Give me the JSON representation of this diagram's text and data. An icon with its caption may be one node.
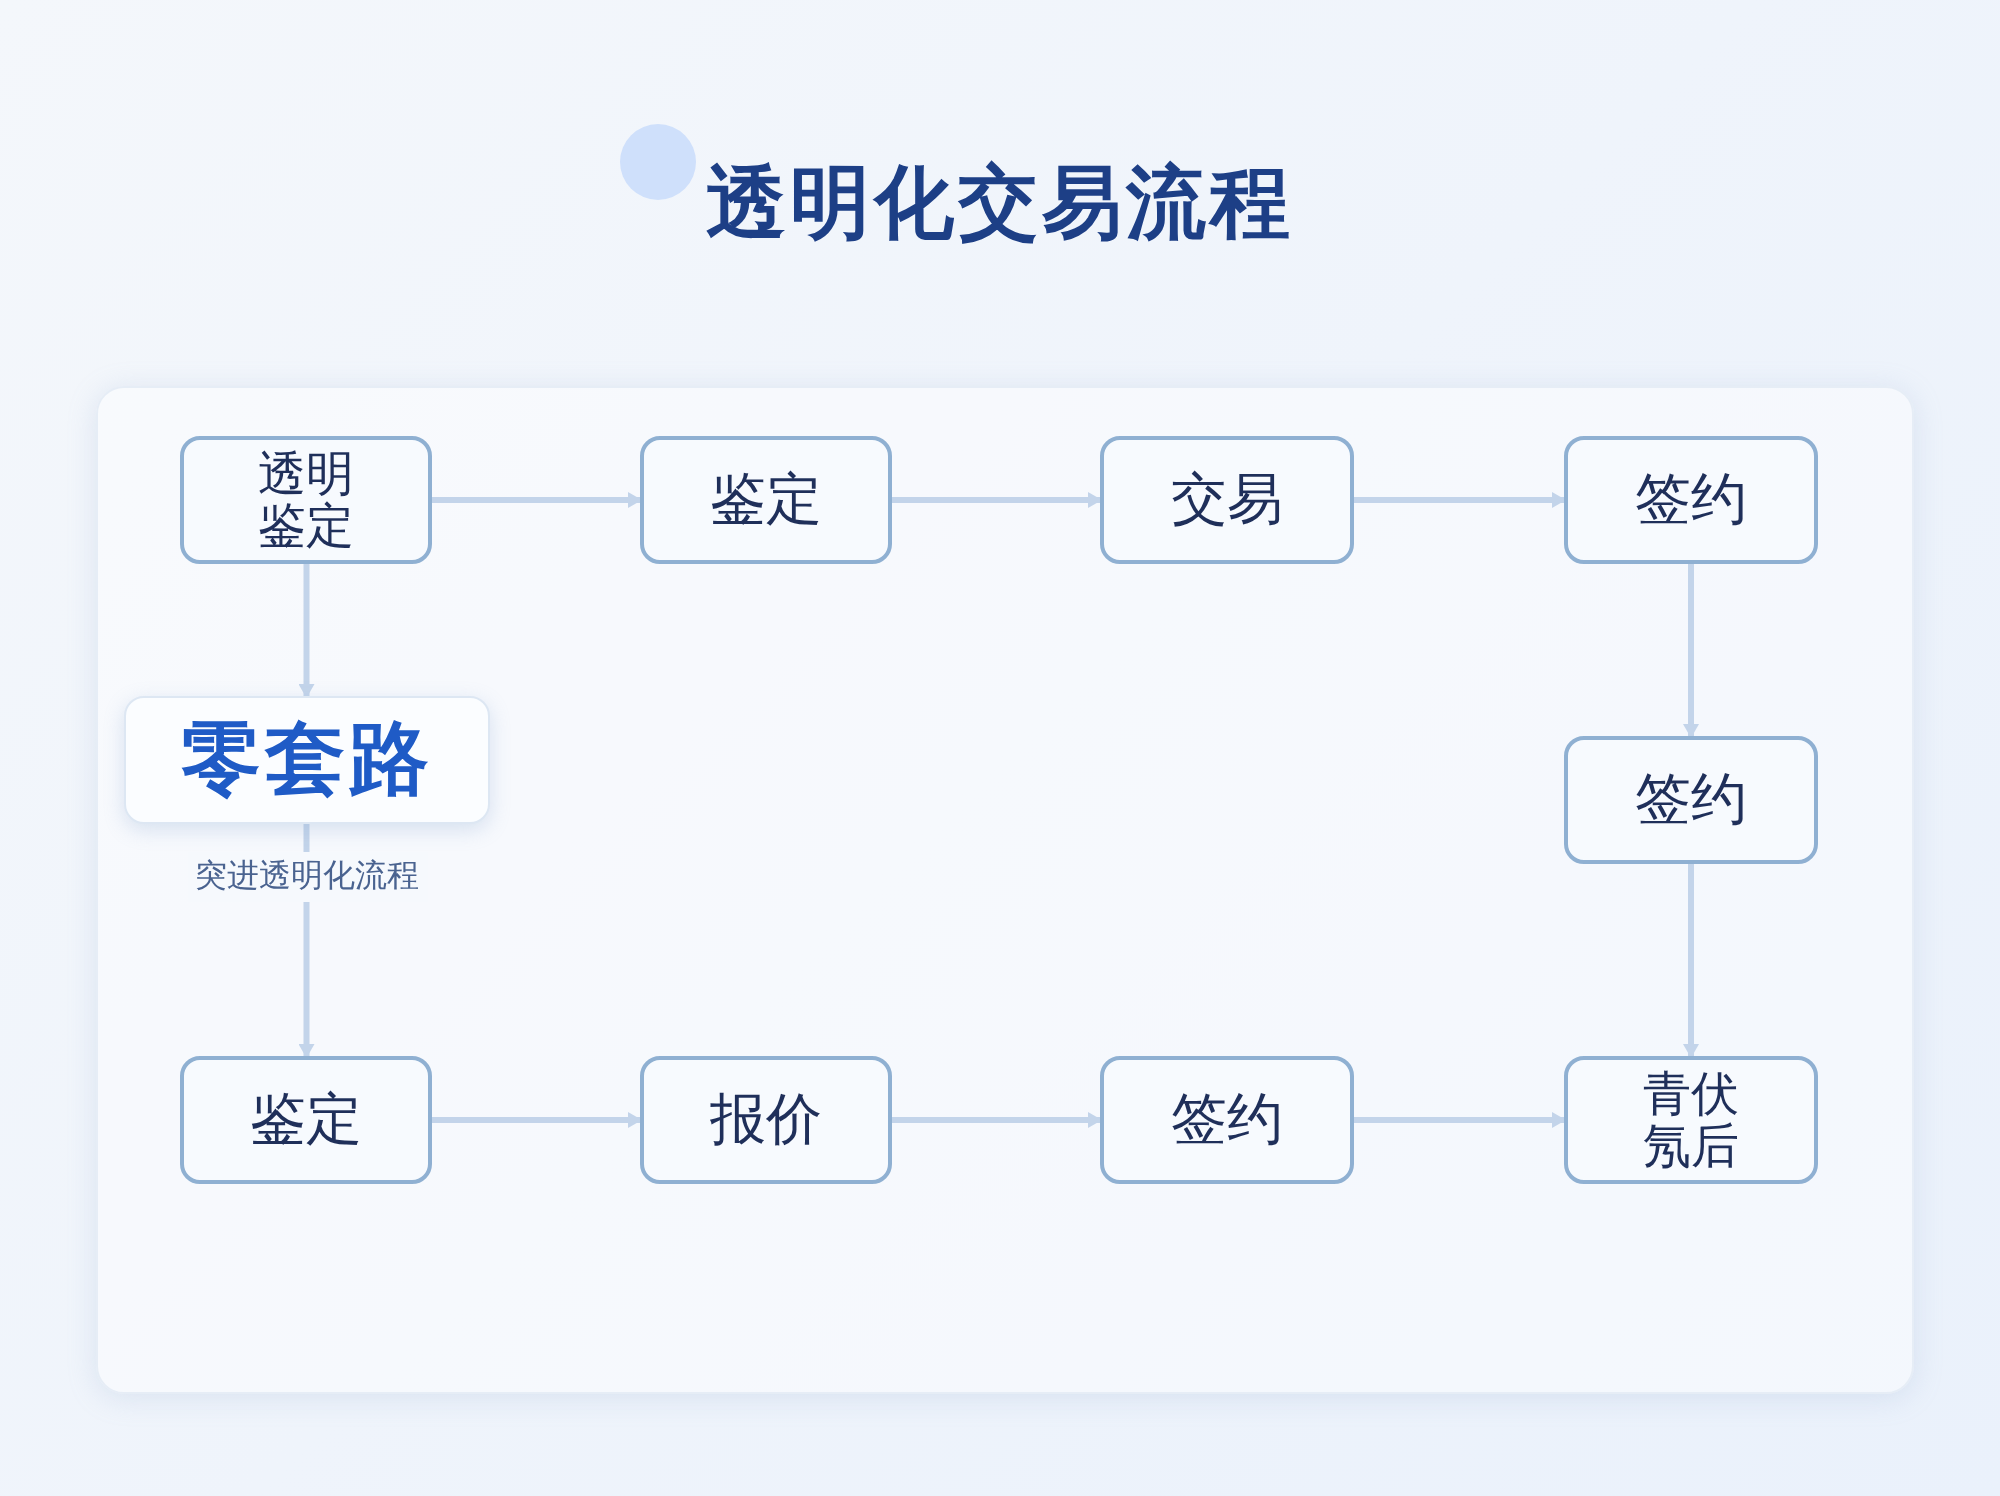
{
  "diagram": {
    "title": "透明化交易流程",
    "nodes": [
      {
        "text": [
          "透明鉴定"
        ]
      },
      {
        "text": [
          "鉴定"
        ]
      },
      {
        "text": [
          "交易"
        ]
      },
      {
        "text": [
          "签约"
        ]
      },
      {
        "text": [
          "签约"
        ]
      },
      {
        "text": [
          "零套路"
        ],
        "beside": [
          "突进透明化流程"
        ]
      },
      {
        "text": [
          "鉴定"
        ]
      },
      {
        "text": [
          "报价"
        ]
      },
      {
        "text": [
          "签约"
        ]
      },
      {
        "text": [
          "青伏氖后"
        ]
      }
    ],
    "edges": [
      {
        "from": 0,
        "to": 1,
        "arrow": "to"
      },
      {
        "from": 1,
        "to": 2,
        "arrow": "to"
      },
      {
        "from": 2,
        "to": 3,
        "arrow": "to"
      },
      {
        "from": 3,
        "to": 4,
        "arrow": "to"
      },
      {
        "from": 4,
        "to": 9,
        "arrow": "to"
      },
      {
        "from": 0,
        "to": 5,
        "arrow": "to"
      },
      {
        "from": 5,
        "to": 6,
        "arrow": "to"
      },
      {
        "from": 6,
        "to": 7,
        "arrow": "to"
      },
      {
        "from": 7,
        "to": 8,
        "arrow": "to"
      },
      {
        "from": 8,
        "to": 9,
        "arrow": "to"
      }
    ]
  }
}
